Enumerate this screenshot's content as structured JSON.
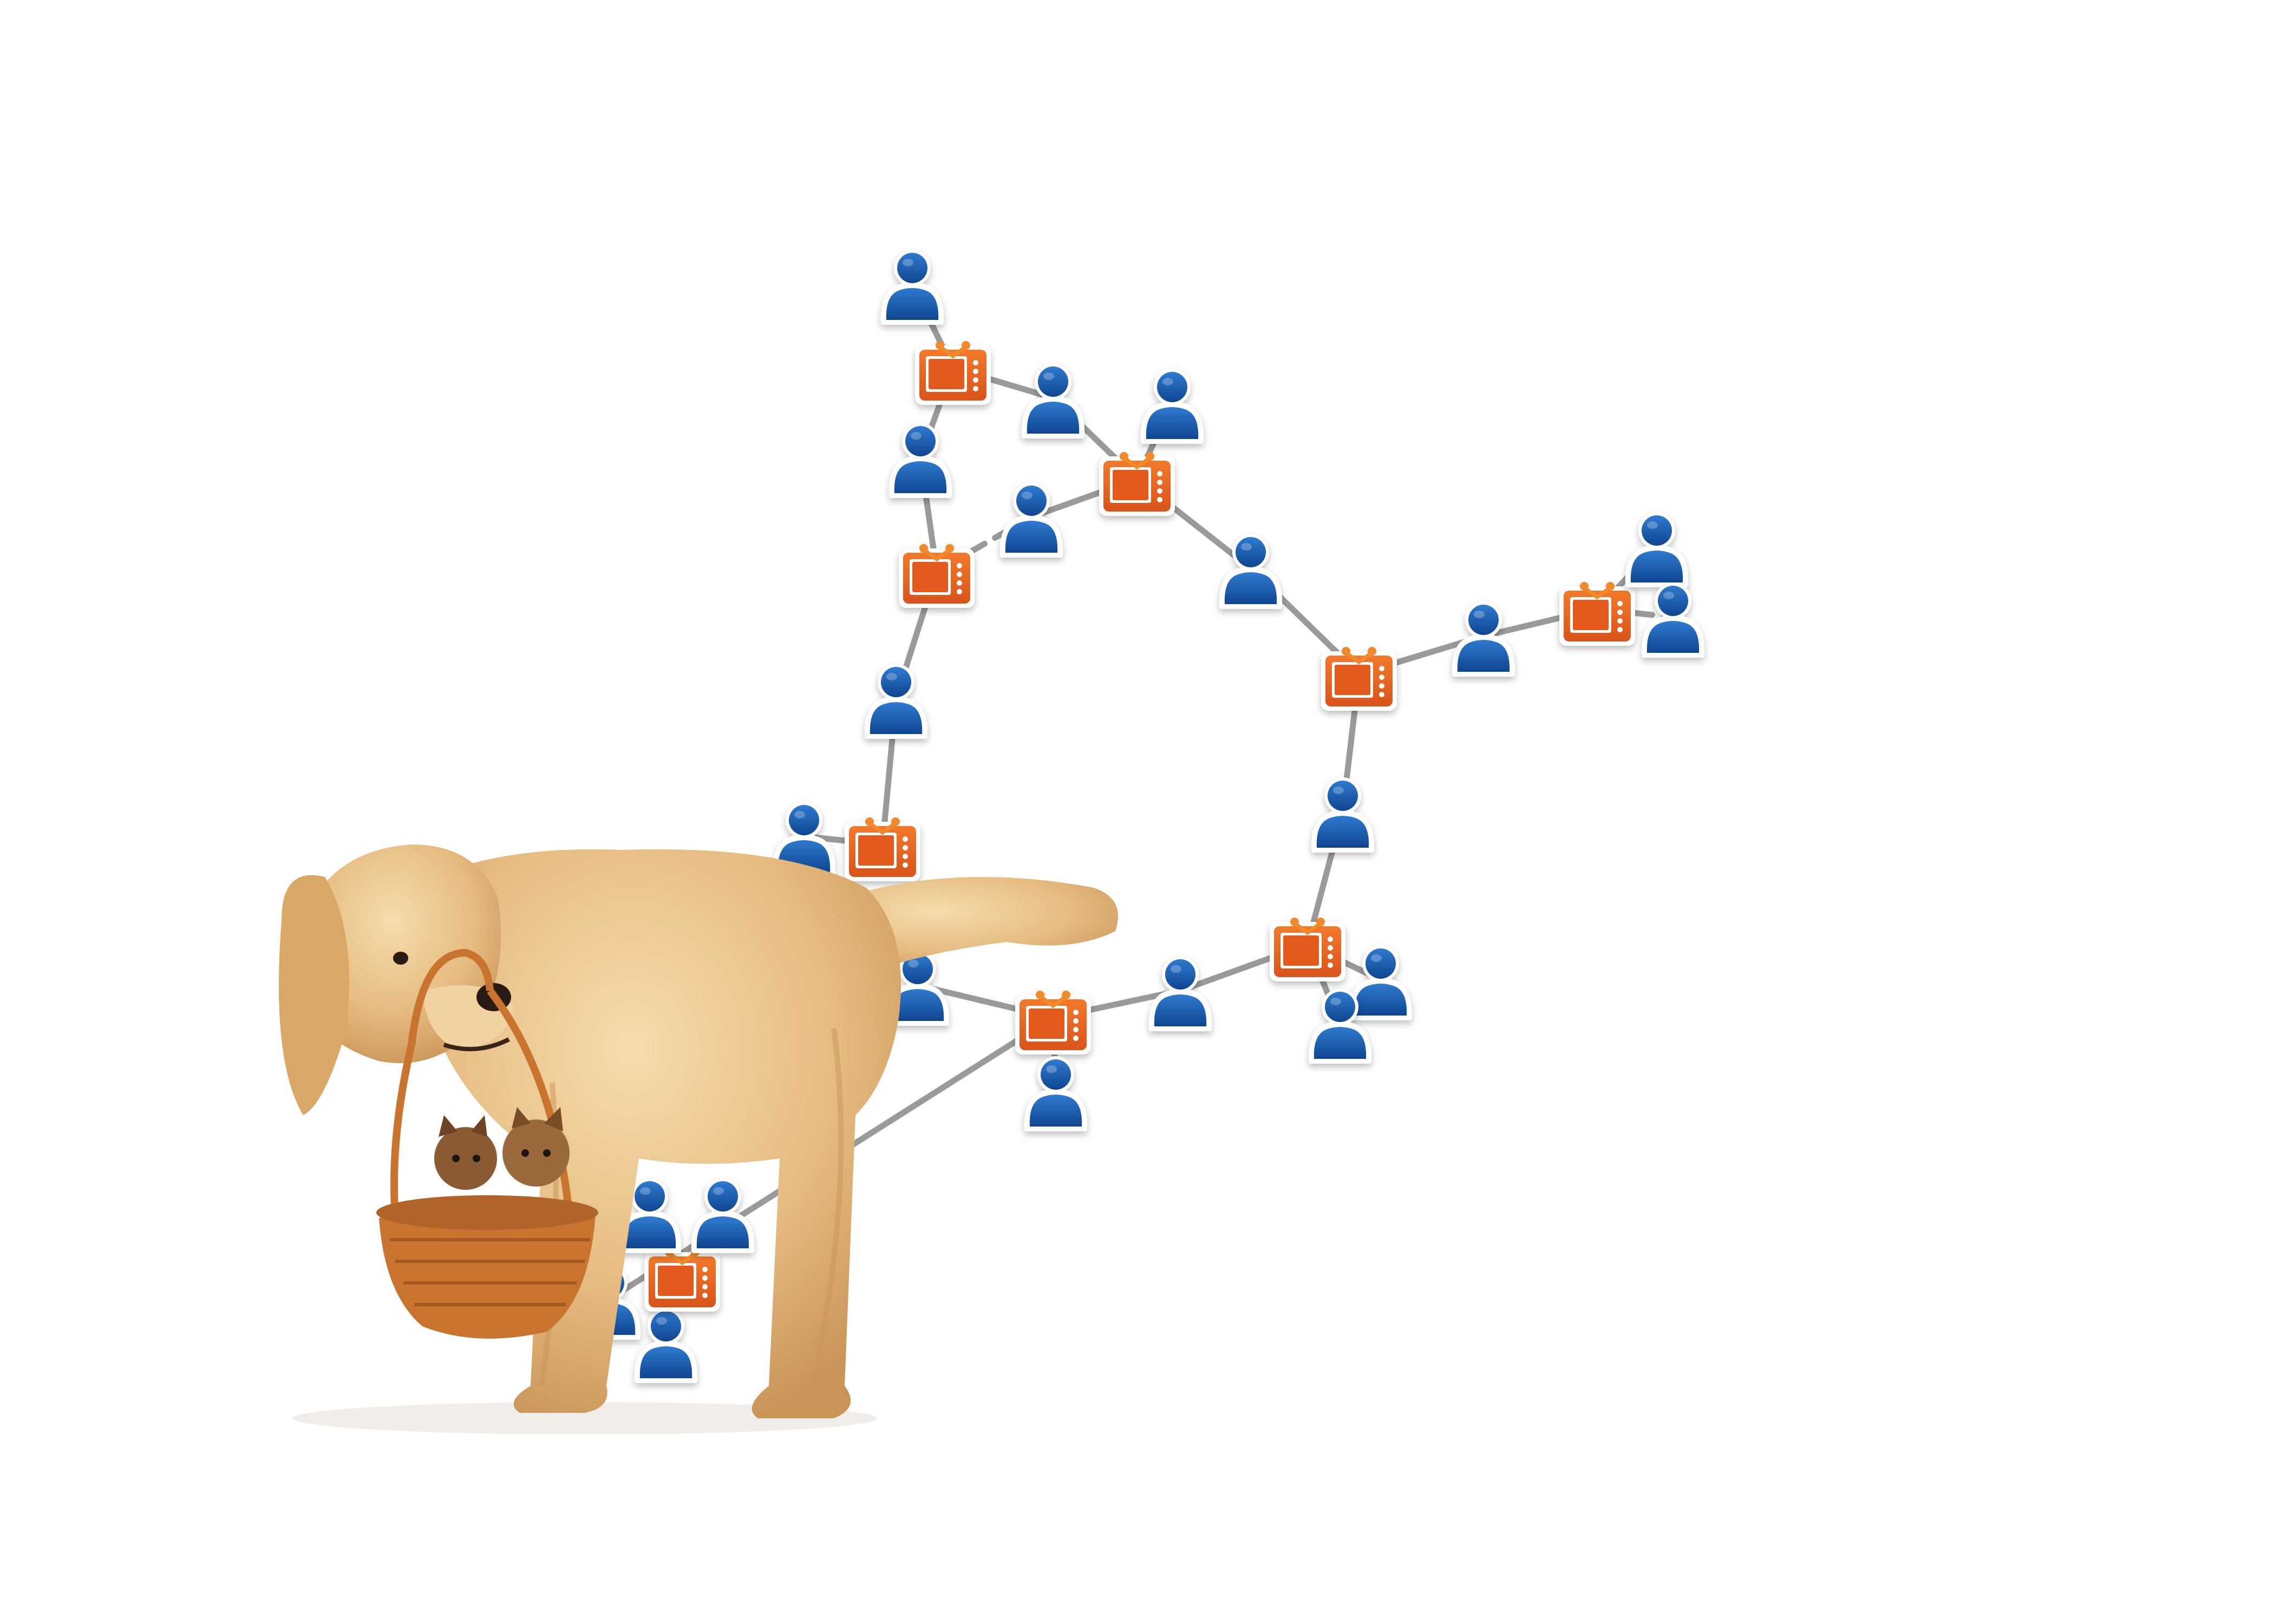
{
  "colors": {
    "background": "#ffffff",
    "edge": "#9a9a9a",
    "person": "#1a5fae",
    "person_dark": "#0f4690",
    "tv_body": "#e8621c",
    "tv_screen": "#d4501a",
    "tv_frame": "#ffffff",
    "dog_fur": "#e9c08a",
    "dog_fur_dark": "#c9955a",
    "basket": "#c8742f",
    "kitten": "#8a5a32"
  },
  "graph": {
    "node_types": [
      "person-icon",
      "tv-icon"
    ],
    "nodes": [
      {
        "id": "p1",
        "type": "person"
      },
      {
        "id": "t1",
        "type": "tv"
      },
      {
        "id": "p2",
        "type": "person"
      },
      {
        "id": "p3",
        "type": "person"
      },
      {
        "id": "p4",
        "type": "person"
      },
      {
        "id": "t2",
        "type": "tv"
      },
      {
        "id": "p5",
        "type": "person"
      },
      {
        "id": "t3",
        "type": "tv"
      },
      {
        "id": "p6",
        "type": "person"
      },
      {
        "id": "p7",
        "type": "person"
      },
      {
        "id": "t4",
        "type": "tv"
      },
      {
        "id": "p8",
        "type": "person"
      },
      {
        "id": "t5",
        "type": "tv"
      },
      {
        "id": "p9",
        "type": "person"
      },
      {
        "id": "p10",
        "type": "person"
      },
      {
        "id": "p11",
        "type": "person"
      },
      {
        "id": "p12",
        "type": "person"
      },
      {
        "id": "t6",
        "type": "tv"
      },
      {
        "id": "p13",
        "type": "person"
      },
      {
        "id": "p14",
        "type": "person"
      },
      {
        "id": "t7",
        "type": "tv"
      },
      {
        "id": "p15",
        "type": "person"
      },
      {
        "id": "p16",
        "type": "person"
      },
      {
        "id": "t8",
        "type": "tv"
      },
      {
        "id": "p17",
        "type": "person"
      },
      {
        "id": "p18",
        "type": "person"
      },
      {
        "id": "p19",
        "type": "person"
      },
      {
        "id": "t9",
        "type": "tv"
      },
      {
        "id": "p20",
        "type": "person"
      },
      {
        "id": "p21",
        "type": "person"
      }
    ],
    "edges": [
      [
        "p1",
        "t1"
      ],
      [
        "t1",
        "p2"
      ],
      [
        "t1",
        "p3"
      ],
      [
        "p3",
        "t2"
      ],
      [
        "p4",
        "t2"
      ],
      [
        "p2",
        "t3"
      ],
      [
        "t3",
        "p5"
      ],
      [
        "p5",
        "t2"
      ],
      [
        "t2",
        "p7"
      ],
      [
        "p7",
        "t4"
      ],
      [
        "t4",
        "p8"
      ],
      [
        "p8",
        "t5"
      ],
      [
        "t5",
        "p9"
      ],
      [
        "t5",
        "p10"
      ],
      [
        "t3",
        "p6"
      ],
      [
        "p6",
        "t6"
      ],
      [
        "p11",
        "t6"
      ],
      [
        "t4",
        "p12"
      ],
      [
        "p12",
        "t7"
      ],
      [
        "t7",
        "p13"
      ],
      [
        "t7",
        "p14"
      ],
      [
        "t7",
        "p15"
      ],
      [
        "p15",
        "t8"
      ],
      [
        "t8",
        "p16"
      ],
      [
        "t8",
        "p17"
      ],
      [
        "p18",
        "t8"
      ],
      [
        "t9",
        "p19"
      ],
      [
        "t9",
        "p20"
      ],
      [
        "t9",
        "p21"
      ]
    ]
  },
  "photo": {
    "subject": "golden-retriever-with-kitten-basket"
  }
}
